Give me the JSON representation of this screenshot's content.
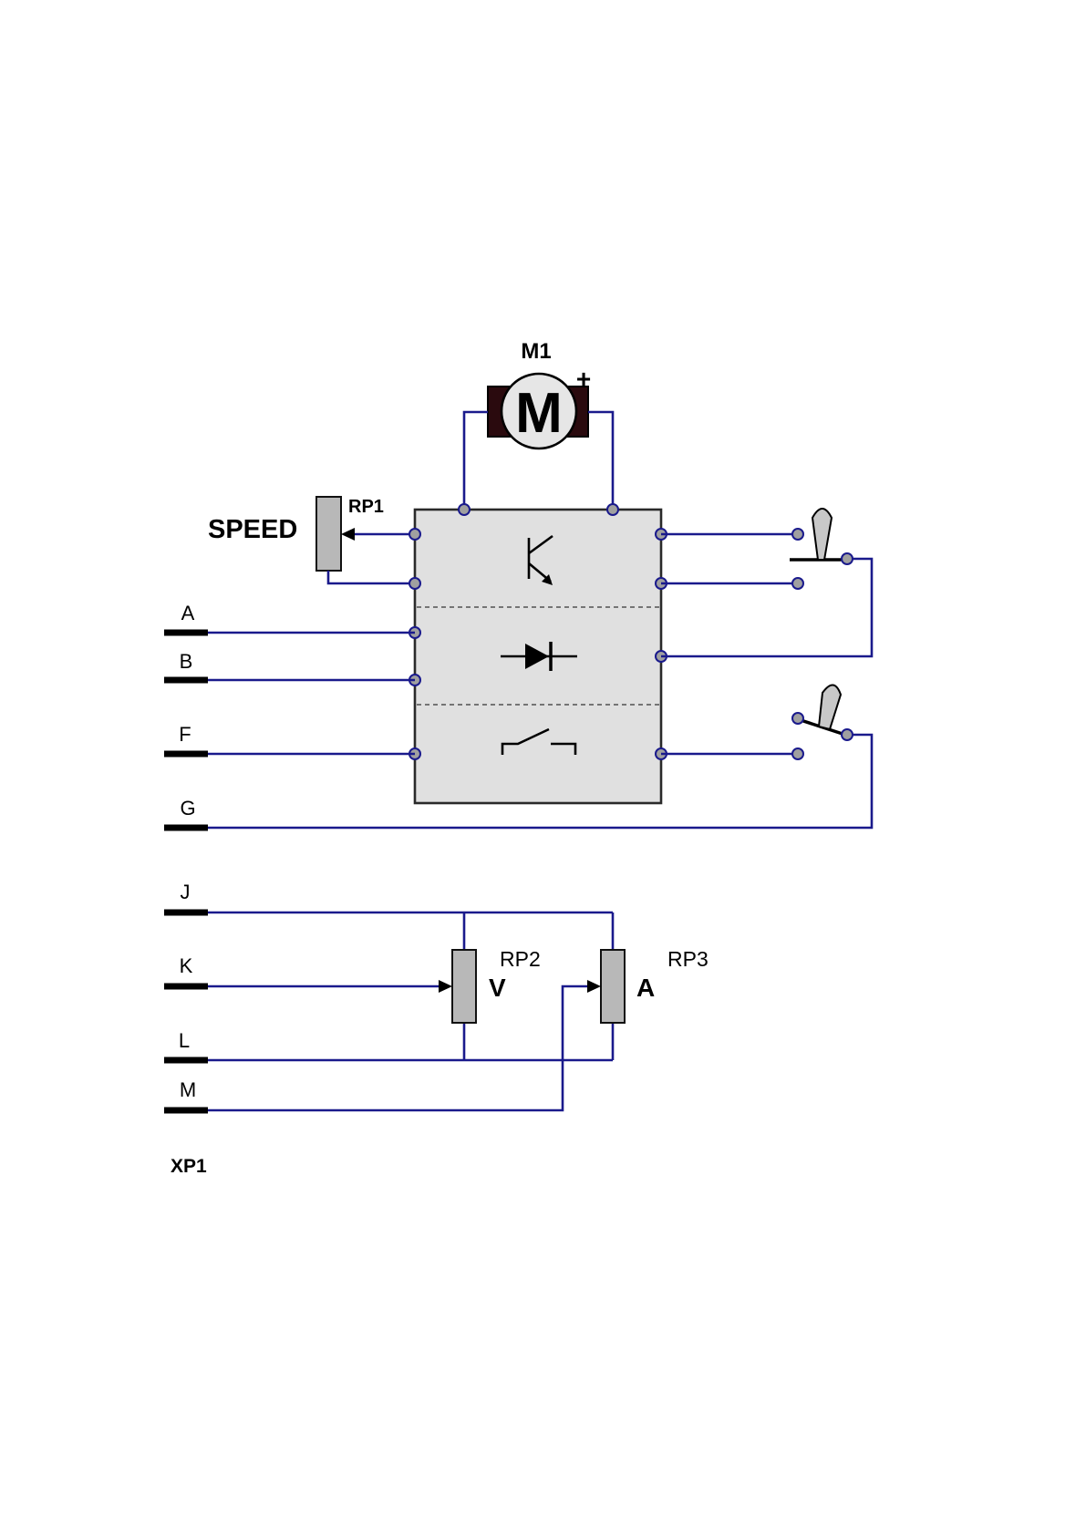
{
  "labels": {
    "motor_ref": "M1",
    "motor_symbol": "M",
    "motor_polarity": "+",
    "speed": "SPEED",
    "rp1": "RP1",
    "rp2": "RP2",
    "rp3": "RP3",
    "rp2_symbol": "V",
    "rp3_symbol": "A",
    "connector": "XP1"
  },
  "pins": [
    "A",
    "B",
    "F",
    "G",
    "J",
    "K",
    "L",
    "M"
  ],
  "colors": {
    "wire": "#1a1a8c",
    "block": "#e0e0e0",
    "motor_body": "#2a0a0e",
    "potentiometer": "#b8b8b8"
  },
  "icons": [
    "transistor-icon",
    "diode-icon",
    "relay-contact-icon",
    "toggle-switch-icon"
  ]
}
